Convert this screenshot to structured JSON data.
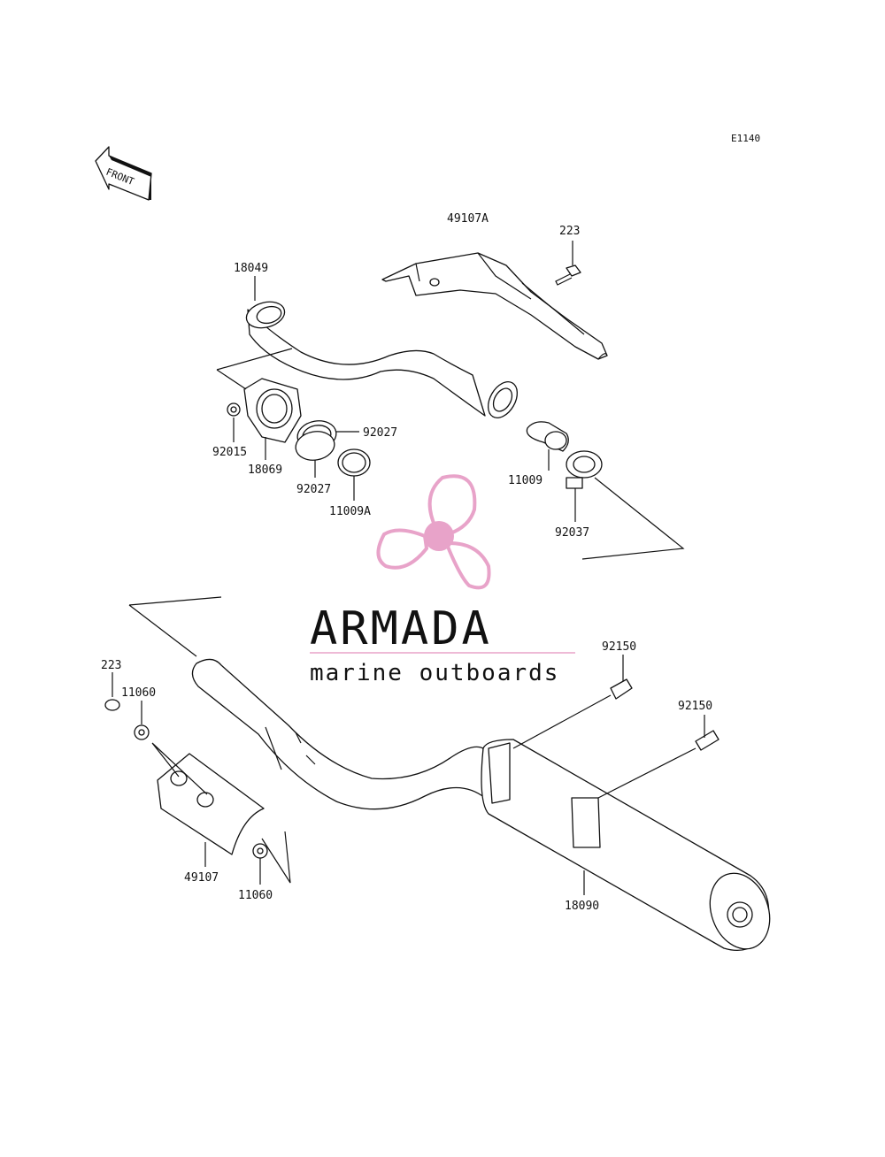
{
  "diagram": {
    "code": "E1140",
    "front_label": "FRONT",
    "parts": [
      {
        "id": "p-18049",
        "label": "18049"
      },
      {
        "id": "p-49107a",
        "label": "49107A"
      },
      {
        "id": "p-223-top",
        "label": "223"
      },
      {
        "id": "p-92015",
        "label": "92015"
      },
      {
        "id": "p-18069",
        "label": "18069"
      },
      {
        "id": "p-92027-a",
        "label": "92027"
      },
      {
        "id": "p-92027-b",
        "label": "92027"
      },
      {
        "id": "p-11009a",
        "label": "11009A"
      },
      {
        "id": "p-11009",
        "label": "11009"
      },
      {
        "id": "p-92037",
        "label": "92037"
      },
      {
        "id": "p-92150-a",
        "label": "92150"
      },
      {
        "id": "p-92150-b",
        "label": "92150"
      },
      {
        "id": "p-223-bottom",
        "label": "223"
      },
      {
        "id": "p-11060-a",
        "label": "11060"
      },
      {
        "id": "p-49107",
        "label": "49107"
      },
      {
        "id": "p-11060-b",
        "label": "11060"
      },
      {
        "id": "p-18090",
        "label": "18090"
      }
    ]
  },
  "watermark": {
    "brand": "ARMADA",
    "tagline": "marine outboards",
    "logo_icon": "propeller-icon",
    "colors": {
      "logo": "#e8a3c9",
      "logo_dark": "#d68ab6",
      "text": "#7a7a7a",
      "rule": "#e8a3c9"
    }
  }
}
